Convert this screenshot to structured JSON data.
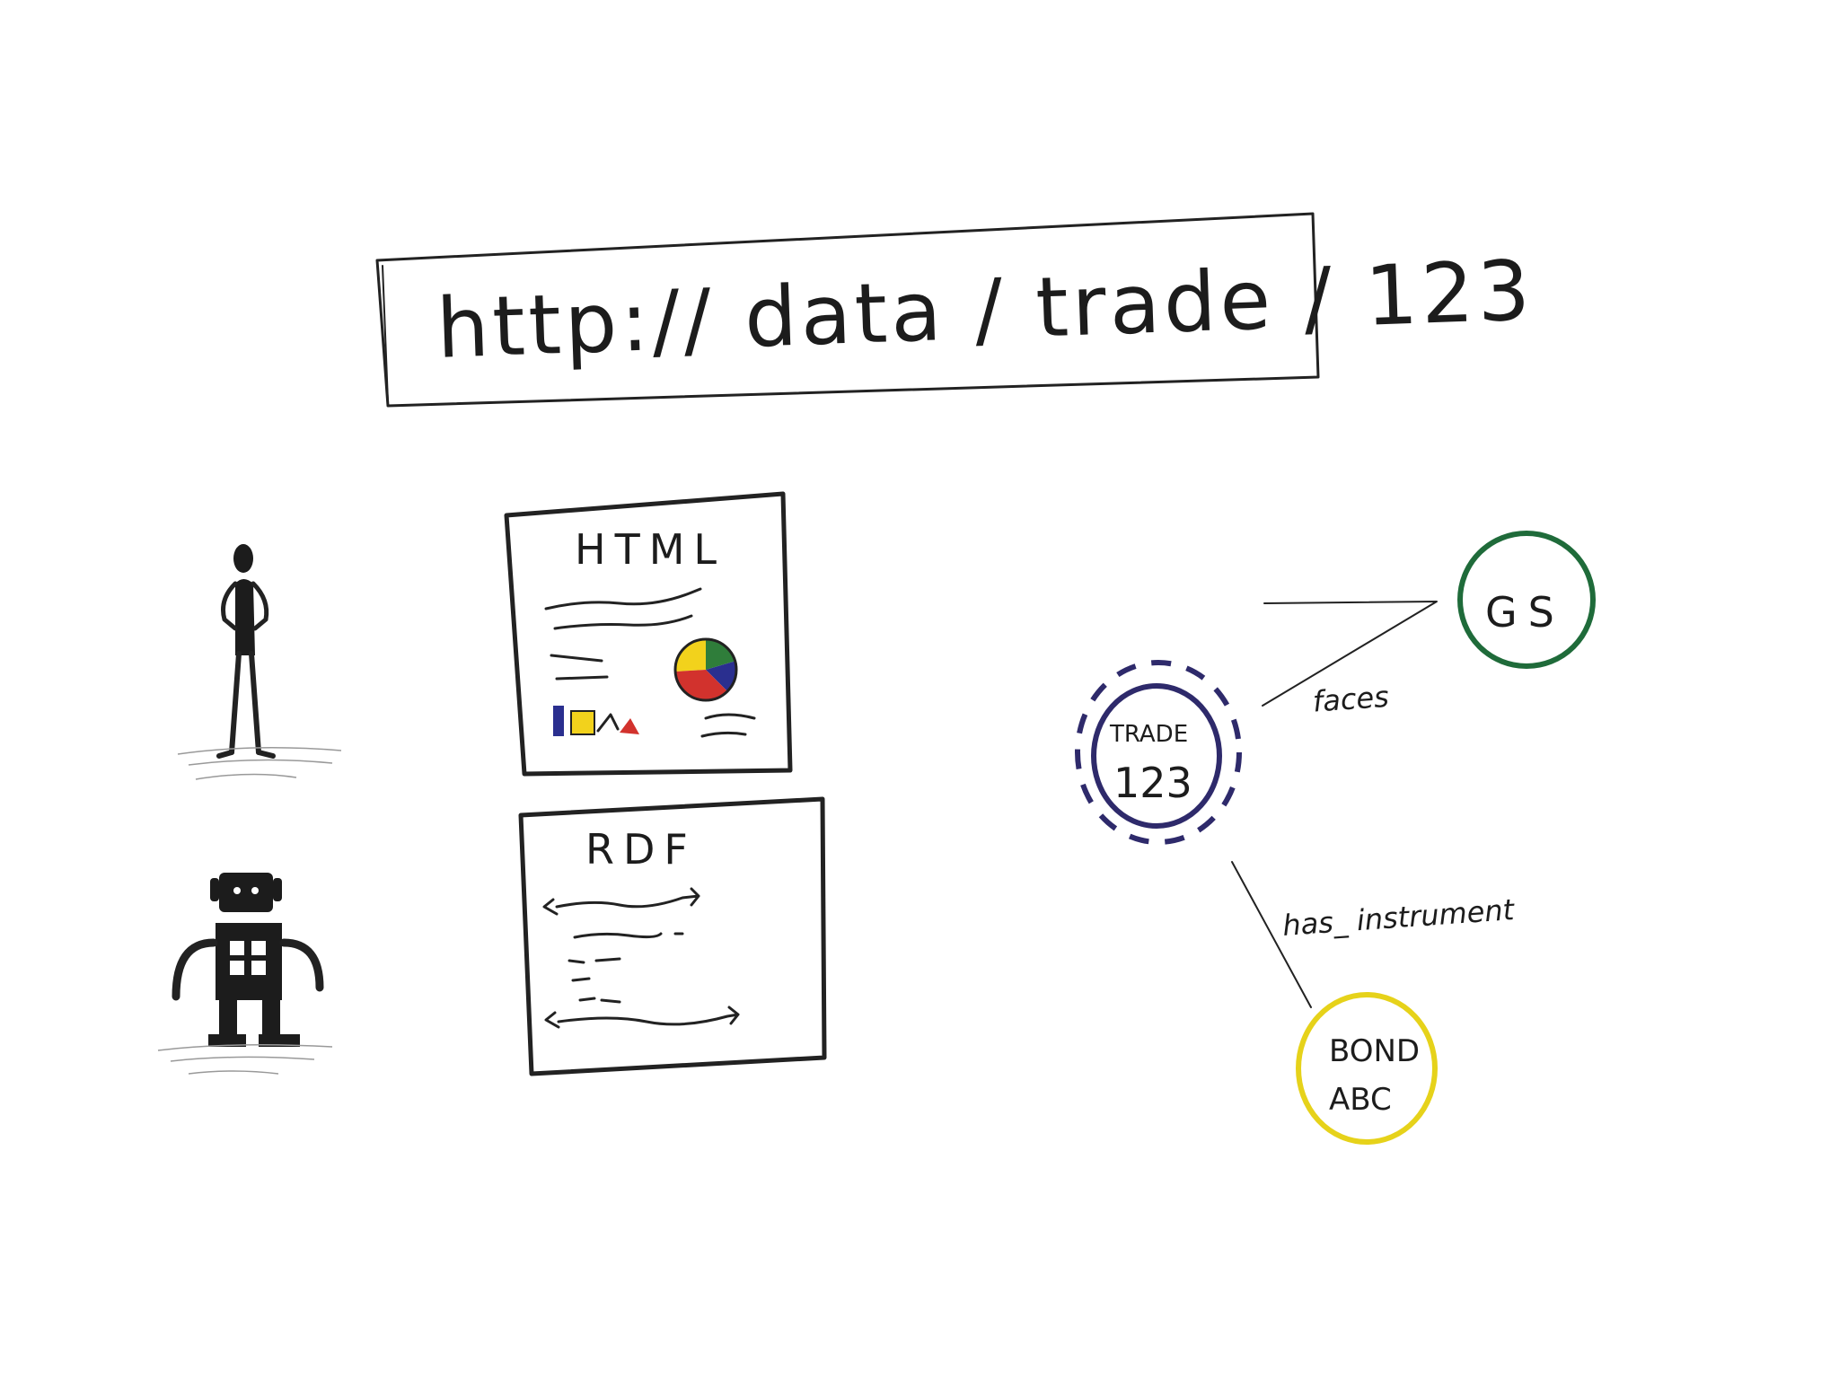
{
  "url_bar": {
    "text": "http:// data / trade / 123"
  },
  "documents": {
    "html": {
      "title": "HTML"
    },
    "rdf": {
      "title": "RDF"
    }
  },
  "graph": {
    "trade_node": {
      "line1": "TRADE",
      "line2": "123",
      "color": "#2e2a6b"
    },
    "gs_node": {
      "label": "GS",
      "color": "#1f6b3a"
    },
    "bond_node": {
      "line1": "BOND",
      "line2": "ABC",
      "color": "#e6d21a"
    },
    "edges": {
      "faces": "faces",
      "has_instrument": "has_ instrument"
    }
  },
  "colors": {
    "ink": "#222222",
    "pie_yellow": "#f2d21c",
    "pie_red": "#d2322d",
    "pie_green": "#2f7d3a",
    "pie_blue": "#2a2f8f",
    "bar_blue": "#2a2f8f",
    "bar_yellow": "#f2d21c",
    "bar_red": "#d2322d"
  },
  "icons": {
    "human": "person-icon",
    "robot": "robot-icon"
  }
}
